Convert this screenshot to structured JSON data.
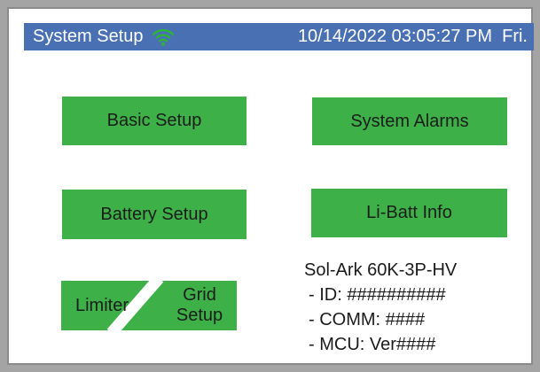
{
  "colors": {
    "header_bg": "#4a70b4",
    "button_green": "#3db048",
    "wifi_green": "#2eb339",
    "frame_gray": "#a4a4a4"
  },
  "header": {
    "title": "System Setup",
    "wifi_icon": "wifi-signal",
    "datetime": "10/14/2022 03:05:27 PM  Fri."
  },
  "buttons": {
    "basic_setup": "Basic Setup",
    "system_alarms": "System Alarms",
    "battery_setup": "Battery Setup",
    "li_batt_info": "Li-Batt Info",
    "limiter": "Limiter",
    "grid_setup": "Grid Setup"
  },
  "info": {
    "model": "Sol-Ark 60K-3P-HV",
    "id_line": "- ID: ##########",
    "comm_line": "- COMM: ####",
    "mcu_line": "- MCU: Ver####"
  }
}
